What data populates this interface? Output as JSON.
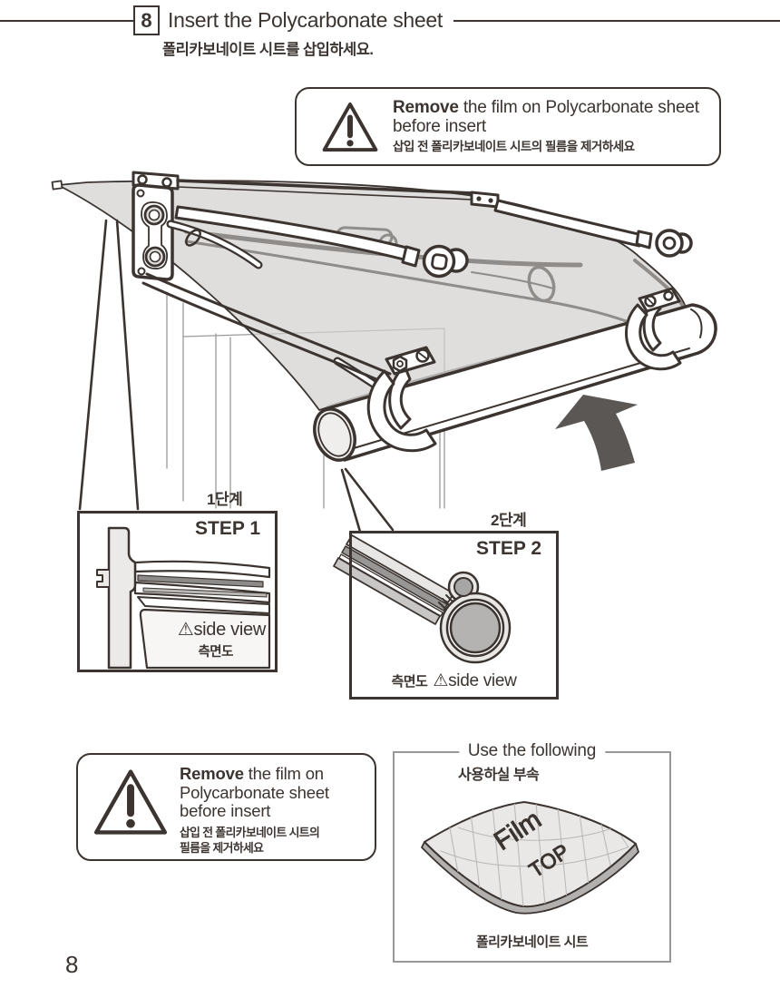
{
  "header": {
    "step_number": "8",
    "title": "Insert the Polycarbonate sheet",
    "subtitle_korean": "폴리카보네이트 시트를 삽입하세요."
  },
  "warning_top": {
    "bold": "Remove",
    "rest": " the film on Polycarbonate sheet before insert",
    "korean": "삽입 전 폴리카보네이트 시트의 필름을 제거하세요"
  },
  "warning_bottom": {
    "bold": "Remove",
    "rest": " the film on Polycarbonate sheet before insert",
    "korean_line1": "삽입 전 폴리카보네이트 시트의",
    "korean_line2": "필름을 제거하세요"
  },
  "step1": {
    "label_korean": "1단계",
    "label": "STEP 1",
    "warn_glyph": "⚠",
    "view_note": "side view",
    "view_note_korean": "측면도"
  },
  "step2": {
    "label_korean": "2단계",
    "label": "STEP 2",
    "warn_glyph": "⚠",
    "view_note": "side view",
    "view_note_korean": "측면도"
  },
  "parts_box": {
    "title": "Use the following",
    "title_korean": "사용하실 부속",
    "film_label": "Film",
    "top_label": "TOP",
    "caption_korean": "폴리카보네이트 시트"
  },
  "page_number": "8",
  "colors": {
    "line": "#3b3430",
    "sheet_gray": "#d2d1d0",
    "arrow_gray": "#5a5754",
    "muted_gray": "#8f8c89"
  }
}
